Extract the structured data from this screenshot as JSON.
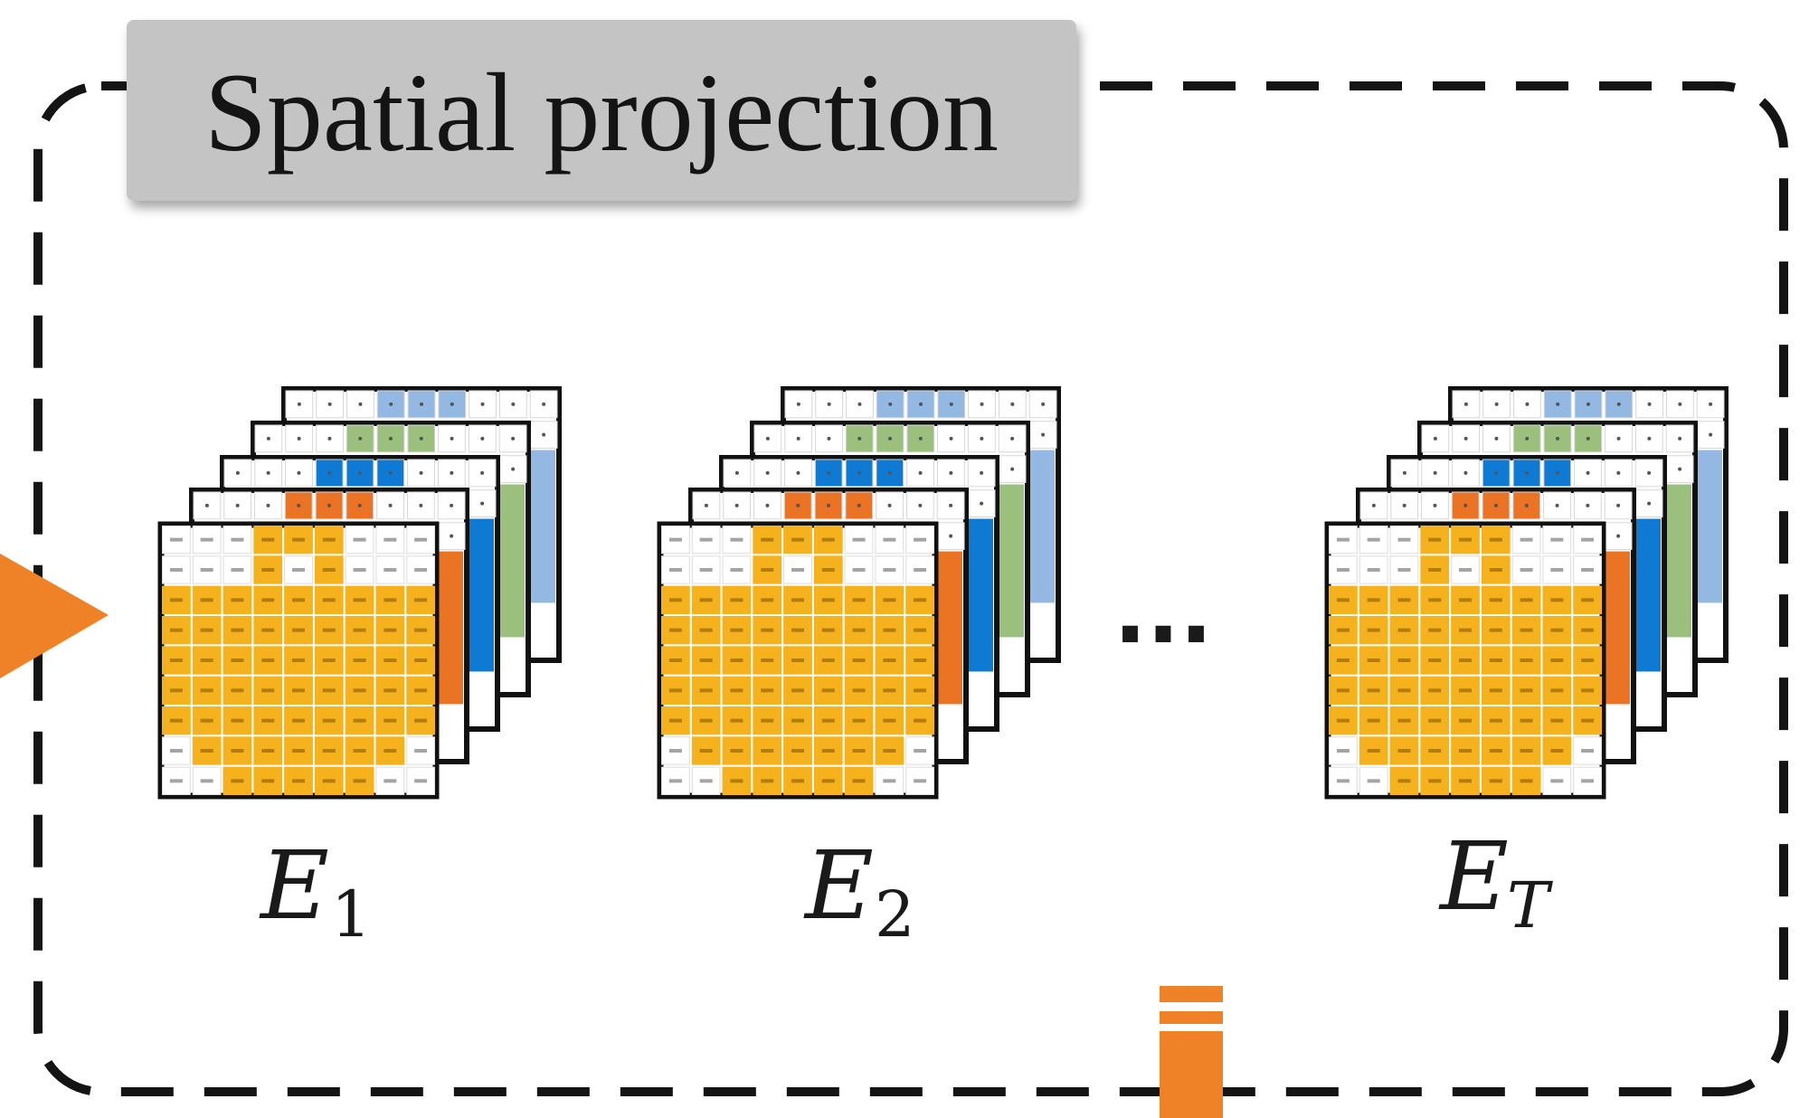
{
  "panel": {
    "title": "Spatial projection"
  },
  "stacks": [
    {
      "symbol": "E",
      "subscript": "1",
      "subscript_italic": false
    },
    {
      "symbol": "E",
      "subscript": "2",
      "subscript_italic": false
    },
    {
      "symbol": "E",
      "subscript": "T",
      "subscript_italic": true
    }
  ],
  "ellipsis": "...",
  "colors": {
    "frame_border": "#111111",
    "panel_dashes": "#141414",
    "title_box": "#c4c4c4",
    "electrode_orange": "#f5b21c",
    "layer_colors": [
      "#ea7424",
      "#0f7ad3",
      "#9bc07d",
      "#93b8e2"
    ],
    "arrow_orange": "#ef8126"
  }
}
